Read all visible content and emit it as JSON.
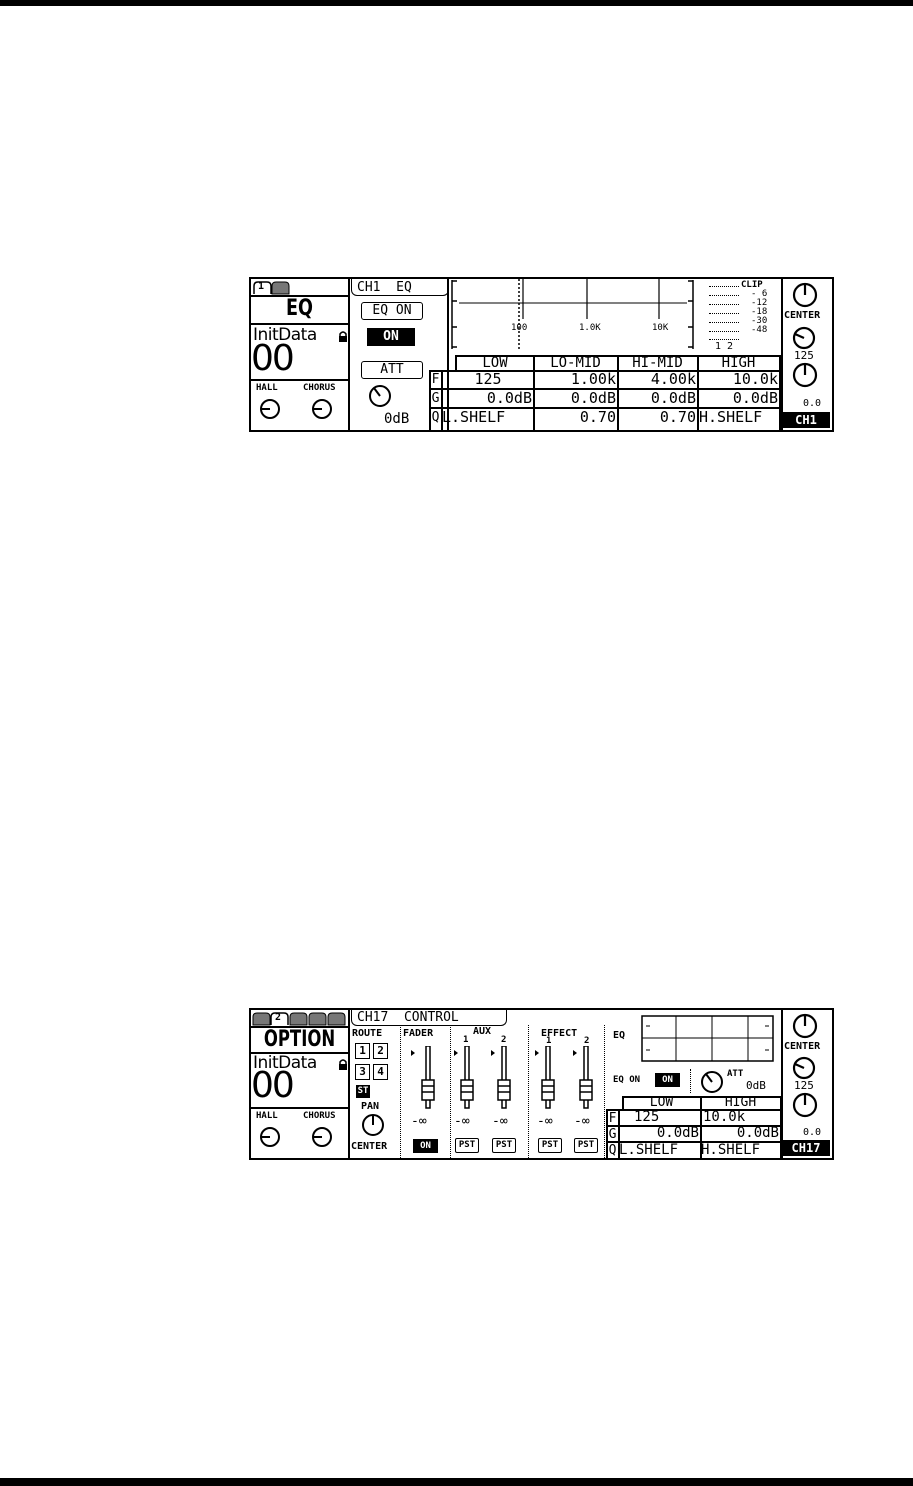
{
  "screen1": {
    "tabs": [
      "1"
    ],
    "page_title": "EQ",
    "scene_name": "InitData",
    "scene_number": "00",
    "hall_label": "HALL",
    "chorus_label": "CHORUS",
    "header": "CH1  EQ",
    "eq_on_label": "EQ ON",
    "on_state": "ON",
    "att_label": "ATT",
    "att_value": "0dB",
    "freq_axis": [
      "100",
      "1.0K",
      "10K"
    ],
    "meter_labels": [
      "CLIP",
      "- 6",
      "-12",
      "-18",
      "-30",
      "-48"
    ],
    "meter_channels": "1 2",
    "bands": [
      "LOW",
      "LO-MID",
      "HI-MID",
      "HIGH"
    ],
    "row_labels": [
      "F",
      "G",
      "Q"
    ],
    "freq": [
      "125",
      "1.00k",
      "4.00k",
      "10.0k"
    ],
    "gain": [
      "0.0dB",
      "0.0dB",
      "0.0dB",
      "0.0dB"
    ],
    "q": [
      "L.SHELF",
      "0.70",
      "0.70",
      "H.SHELF"
    ],
    "pan_label": "CENTER",
    "hpf_value": "125",
    "level_value": "0.0",
    "channel_badge": "CH1"
  },
  "screen2": {
    "tabs": [
      "2"
    ],
    "page_title": "OPTION",
    "scene_name": "InitData",
    "scene_number": "00",
    "hall_label": "HALL",
    "chorus_label": "CHORUS",
    "header": "CH17  CONTROL",
    "route_label": "ROUTE",
    "route_buttons": [
      "1",
      "2",
      "3",
      "4"
    ],
    "route_st": "ST",
    "pan_label": "PAN",
    "pan_value": "CENTER",
    "fader_label": "FADER",
    "aux_label": "AUX",
    "effect_label": "EFFECT",
    "sub_nums": [
      "1",
      "2",
      "1",
      "2"
    ],
    "fader_values": [
      "-∞",
      "-∞",
      "-∞",
      "-∞",
      "-∞"
    ],
    "on_label": "ON",
    "pst_labels": [
      "PST",
      "PST",
      "PST",
      "PST"
    ],
    "eq_label": "EQ",
    "eq_on_label": "EQ ON",
    "eq_on_state": "ON",
    "att_label": "ATT",
    "att_value": "0dB",
    "bands": [
      "LOW",
      "HIGH"
    ],
    "row_labels": [
      "F",
      "G",
      "Q"
    ],
    "freq": [
      "125",
      "10.0k"
    ],
    "gain": [
      "0.0dB",
      "0.0dB"
    ],
    "q": [
      "L.SHELF",
      "H.SHELF"
    ],
    "right_pan": "CENTER",
    "hpf_value": "125",
    "level_value": "0.0",
    "channel_badge": "CH17"
  }
}
